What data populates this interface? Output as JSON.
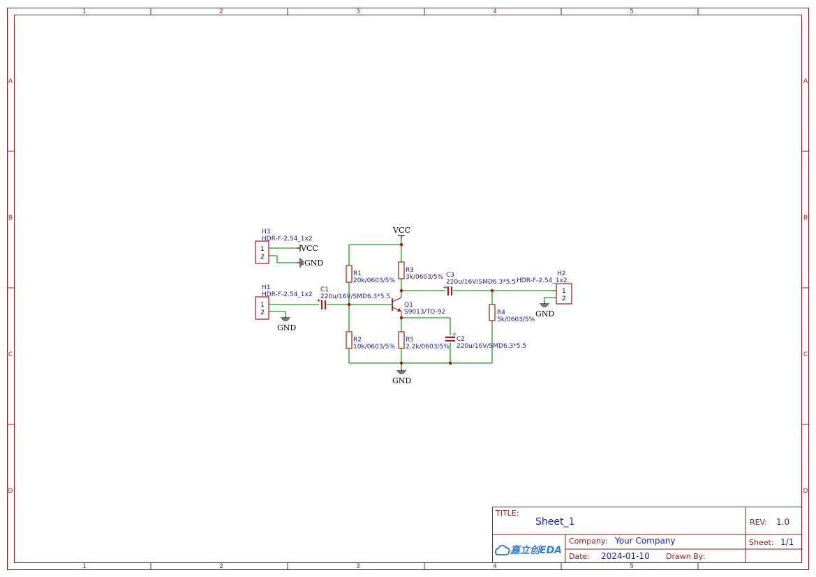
{
  "zones": {
    "columns": [
      "1",
      "2",
      "3",
      "4",
      "5"
    ],
    "rows": [
      "A",
      "B",
      "C",
      "D"
    ]
  },
  "title_block": {
    "title_key": "TITLE:",
    "title_value": "Sheet_1",
    "rev_key": "REV:",
    "rev_value": "1.0",
    "company_key": "Company:",
    "company_value": "Your Company",
    "sheet_key": "Sheet:",
    "sheet_value": "1/1",
    "date_key": "Date:",
    "date_value": "2024-01-10",
    "drawn_key": "Drawn By:",
    "drawn_value": "",
    "logo_text": "嘉立创EDA",
    "logo_icon": "cloud-icon"
  },
  "components": {
    "h3": {
      "ref": "H3",
      "value": "HDR-F-2.54_1x2",
      "pin1": "1",
      "pin2": "2"
    },
    "h1": {
      "ref": "H1",
      "value": "HDR-F-2.54_1x2",
      "pin1": "1",
      "pin2": "2"
    },
    "h2": {
      "ref": "H2",
      "value": "HDR-F-2.54_1x2",
      "pin1": "1",
      "pin2": "2"
    },
    "c1": {
      "ref": "C1",
      "value": "220u/16V/SMD6.3*5.5",
      "plus": "+"
    },
    "c2": {
      "ref": "C2",
      "value": "220u/16V/SMD6.3*5.5",
      "plus": "+"
    },
    "c3": {
      "ref": "C3",
      "value": "220u/16V/SMD6.3*5.5",
      "plus": "+"
    },
    "r1": {
      "ref": "R1",
      "value": "20k/0603/5%"
    },
    "r2": {
      "ref": "R2",
      "value": "10k/0603/5%"
    },
    "r3": {
      "ref": "R3",
      "value": "3k/0603/5%"
    },
    "r4": {
      "ref": "R4",
      "value": "5k/0603/5%"
    },
    "r5": {
      "ref": "R5",
      "value": "2.2k/0603/5%"
    },
    "q1": {
      "ref": "Q1",
      "value": "S9013/TO-92"
    }
  },
  "nets": {
    "vcc_top": "VCC",
    "vcc_h3": "VCC",
    "gnd_h3": "GND",
    "gnd_h1": "GND",
    "gnd_main": "GND",
    "gnd_h2": "GND"
  }
}
